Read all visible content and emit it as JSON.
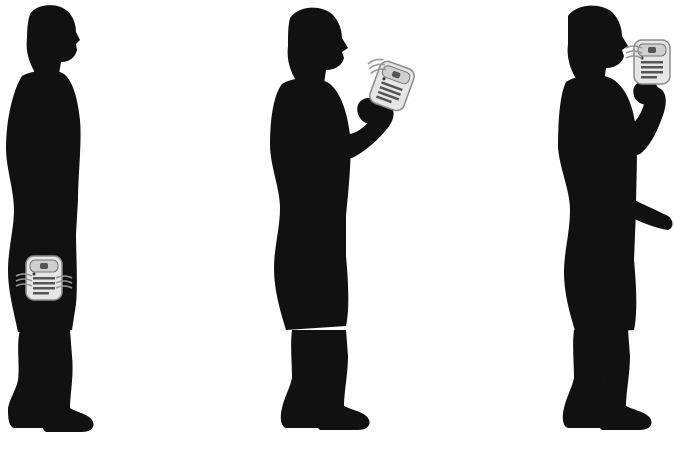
{
  "scene": {
    "background_color": "#ffffff",
    "silhouette_color": "#111111",
    "device_body_color": "#e6e6e6",
    "device_screen_color": "#cfcfcf",
    "device_detail_color": "#555555",
    "device_shading_color": "#a0a0a0",
    "figures": [
      {
        "pose": "standing-device-in-pocket",
        "device": "device-icon",
        "device_placement": "pocket"
      },
      {
        "pose": "standing-device-raised-in-hand",
        "device": "device-icon",
        "device_placement": "hand-raised"
      },
      {
        "pose": "standing-device-at-mouth",
        "device": "device-icon",
        "device_placement": "hand-at-mouth"
      }
    ]
  }
}
